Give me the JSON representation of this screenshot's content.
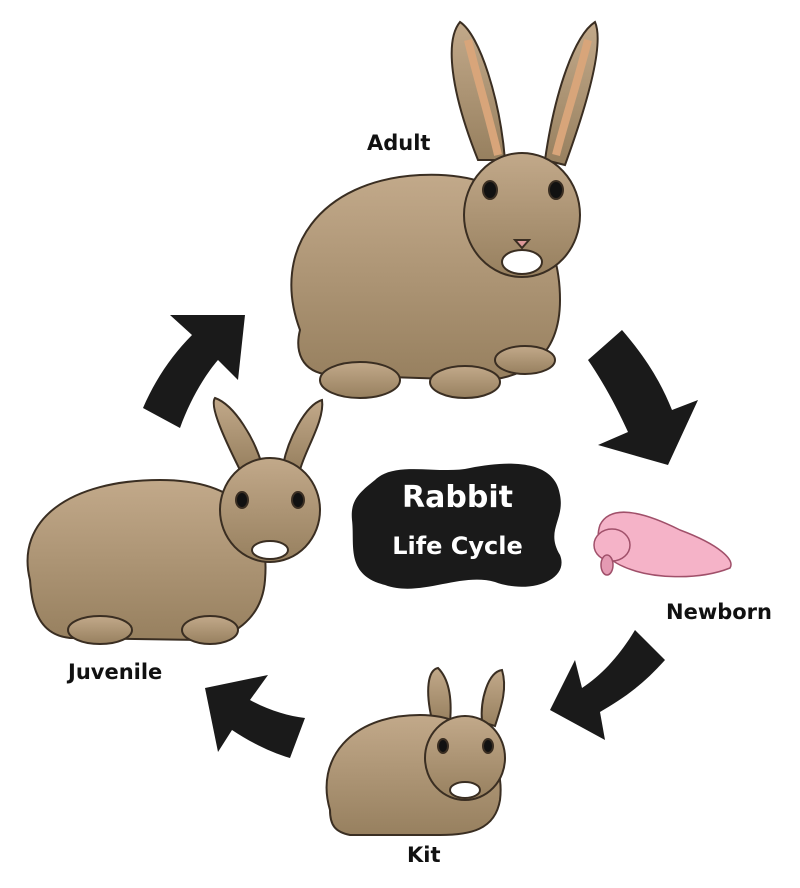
{
  "title": {
    "line1": "Rabbit",
    "line2": "Life Cycle"
  },
  "stages": [
    {
      "label": "Adult"
    },
    {
      "label": "Newborn"
    },
    {
      "label": "Kit"
    },
    {
      "label": "Juvenile"
    }
  ],
  "colors": {
    "fur": "#b39a7c",
    "fur_dark": "#8a7259",
    "ear_inner": "#d8a57a",
    "newborn": "#f5b3c8",
    "arrow": "#1a1a1a",
    "title_bg": "#1a1a1a"
  }
}
